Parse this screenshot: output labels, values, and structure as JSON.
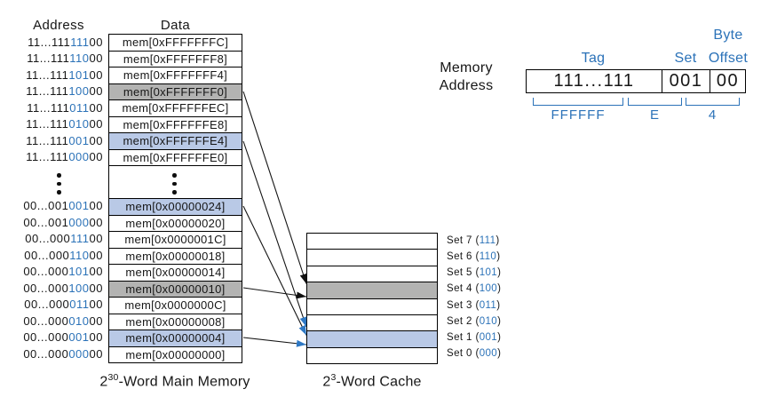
{
  "colors": {
    "accent_blue": "#2b72b8",
    "arrow_blue": "#2e78c4",
    "row_highlight_blue": "#b9c9e6",
    "row_highlight_gray": "#b3b3b2"
  },
  "headers": {
    "address": "Address",
    "data": "Data"
  },
  "main_memory": {
    "caption": {
      "base": "2",
      "exp": "30",
      "rest": "-Word Main Memory"
    },
    "top_rows": [
      {
        "prefix": "11...111",
        "set": "111",
        "offset": "00",
        "data": "mem[0xFFFFFFFC]",
        "hl": ""
      },
      {
        "prefix": "11...111",
        "set": "110",
        "offset": "00",
        "data": "mem[0xFFFFFFF8]",
        "hl": ""
      },
      {
        "prefix": "11...111",
        "set": "101",
        "offset": "00",
        "data": "mem[0xFFFFFFF4]",
        "hl": ""
      },
      {
        "prefix": "11...111",
        "set": "100",
        "offset": "00",
        "data": "mem[0xFFFFFFF0]",
        "hl": "gray"
      },
      {
        "prefix": "11...111",
        "set": "011",
        "offset": "00",
        "data": "mem[0xFFFFFFEC]",
        "hl": ""
      },
      {
        "prefix": "11...111",
        "set": "010",
        "offset": "00",
        "data": "mem[0xFFFFFFE8]",
        "hl": ""
      },
      {
        "prefix": "11...111",
        "set": "001",
        "offset": "00",
        "data": "mem[0xFFFFFFE4]",
        "hl": "blue"
      },
      {
        "prefix": "11...111",
        "set": "000",
        "offset": "00",
        "data": "mem[0xFFFFFFE0]",
        "hl": ""
      }
    ],
    "bottom_rows": [
      {
        "prefix": "00...001",
        "set": "001",
        "offset": "00",
        "data": "mem[0x00000024]",
        "hl": "blue"
      },
      {
        "prefix": "00...001",
        "set": "000",
        "offset": "00",
        "data": "mem[0x00000020]",
        "hl": ""
      },
      {
        "prefix": "00...000",
        "set": "111",
        "offset": "00",
        "data": "mem[0x0000001C]",
        "hl": ""
      },
      {
        "prefix": "00...000",
        "set": "110",
        "offset": "00",
        "data": "mem[0x00000018]",
        "hl": ""
      },
      {
        "prefix": "00...000",
        "set": "101",
        "offset": "00",
        "data": "mem[0x00000014]",
        "hl": ""
      },
      {
        "prefix": "00...000",
        "set": "100",
        "offset": "00",
        "data": "mem[0x00000010]",
        "hl": "gray"
      },
      {
        "prefix": "00...000",
        "set": "011",
        "offset": "00",
        "data": "mem[0x0000000C]",
        "hl": ""
      },
      {
        "prefix": "00...000",
        "set": "010",
        "offset": "00",
        "data": "mem[0x00000008]",
        "hl": ""
      },
      {
        "prefix": "00...000",
        "set": "001",
        "offset": "00",
        "data": "mem[0x00000004]",
        "hl": "blue"
      },
      {
        "prefix": "00...000",
        "set": "000",
        "offset": "00",
        "data": "mem[0x00000000]",
        "hl": ""
      }
    ]
  },
  "cache": {
    "caption": {
      "base": "2",
      "exp": "3",
      "rest": "-Word Cache"
    },
    "sets": [
      {
        "pre": "Set 7 (",
        "bits": "111",
        "post": ")",
        "hl": ""
      },
      {
        "pre": "Set 6 (",
        "bits": "110",
        "post": ")",
        "hl": ""
      },
      {
        "pre": "Set 5 (",
        "bits": "101",
        "post": ")",
        "hl": ""
      },
      {
        "pre": "Set 4 (",
        "bits": "100",
        "post": ")",
        "hl": "gray"
      },
      {
        "pre": "Set 3 (",
        "bits": "011",
        "post": ")",
        "hl": ""
      },
      {
        "pre": "Set 2 (",
        "bits": "010",
        "post": ")",
        "hl": ""
      },
      {
        "pre": "Set 1 (",
        "bits": "001",
        "post": ")",
        "hl": "blue"
      },
      {
        "pre": "Set 0 (",
        "bits": "000",
        "post": ")",
        "hl": ""
      }
    ]
  },
  "address_fields": {
    "label_line1": "Memory",
    "label_line2": "Address",
    "tag_label": "Tag",
    "set_label": "Set",
    "byte_label": "Byte",
    "offset_label": "Offset",
    "tag_left": "111",
    "tag_dots": "...",
    "tag_right": "111",
    "set_value": "001",
    "offset_value": "00",
    "hex_tag": "FFFFFF",
    "hex_mid": "E",
    "hex_low": "4"
  },
  "arrows": [
    {
      "from": "mem[0xFFFFFFF0]",
      "to": "Set 4",
      "head": "black"
    },
    {
      "from": "mem[0xFFFFFFE4]",
      "to": "Set 1",
      "head": "blue"
    },
    {
      "from": "mem[0x00000024]",
      "to": "Set 1",
      "head": "blue"
    },
    {
      "from": "mem[0x00000010]",
      "to": "Set 4",
      "head": "black"
    },
    {
      "from": "mem[0x00000004]",
      "to": "Set 1",
      "head": "blue"
    }
  ]
}
